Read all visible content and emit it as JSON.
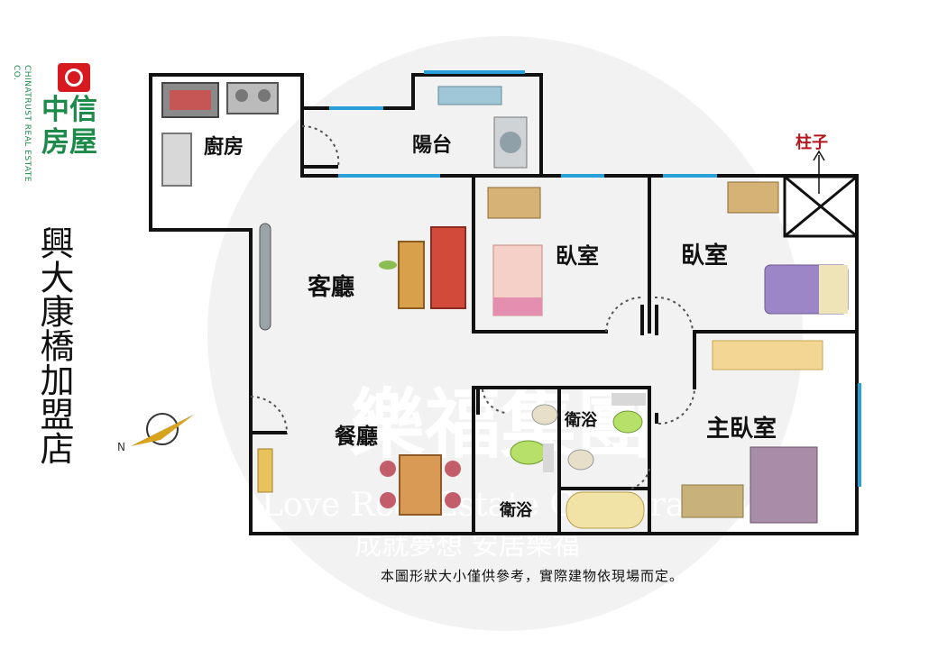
{
  "brand": {
    "name_zh": "中信房屋",
    "name_en": "CHINATRUST REAL ESTATE CO.",
    "store_name": "興大康橋加盟店"
  },
  "rooms": {
    "kitchen": "廚房",
    "balcony": "陽台",
    "living": "客廳",
    "bedroom1": "臥室",
    "bedroom2": "臥室",
    "pillar": "柱子",
    "dining": "餐廳",
    "bath1": "衛浴",
    "bath2": "衛浴",
    "master": "主臥室"
  },
  "watermark": {
    "title": "樂福集團",
    "english": "Love Real Estate Corporation",
    "slogan": "成就夢想 安居樂福"
  },
  "note": "本圖形狀大小僅供參考，實際建物依現場而定。",
  "colors": {
    "wall": "#111111",
    "window": "#2aa0d8",
    "brand_green": "#1d8a4a",
    "brand_red": "#d71920",
    "pillar_label": "#b3161b"
  }
}
